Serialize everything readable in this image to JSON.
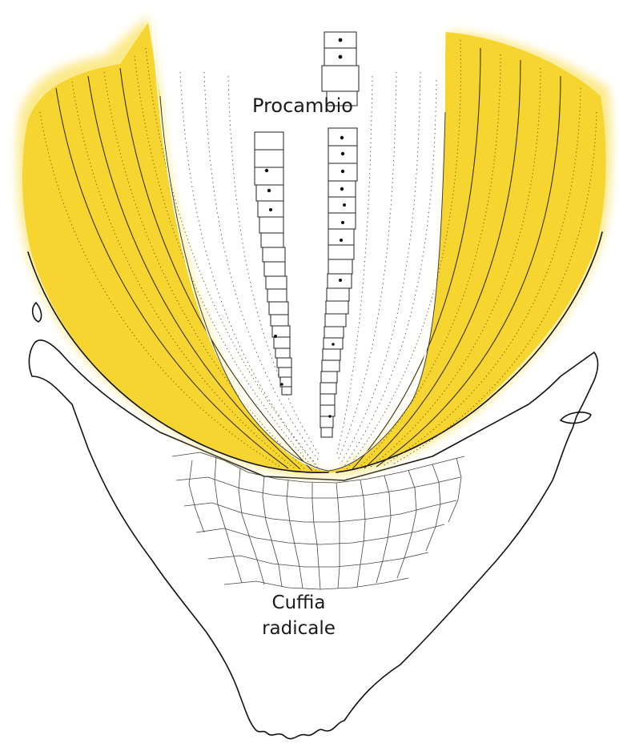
{
  "labels": {
    "procambium": "Procambio",
    "root_cap_line1": "Cuffia",
    "root_cap_line2": "radicale"
  },
  "colors": {
    "cortex_fill": "#f6d531",
    "cortex_glow": "#fbe98a",
    "outline": "#111111",
    "background": "#ffffff"
  }
}
